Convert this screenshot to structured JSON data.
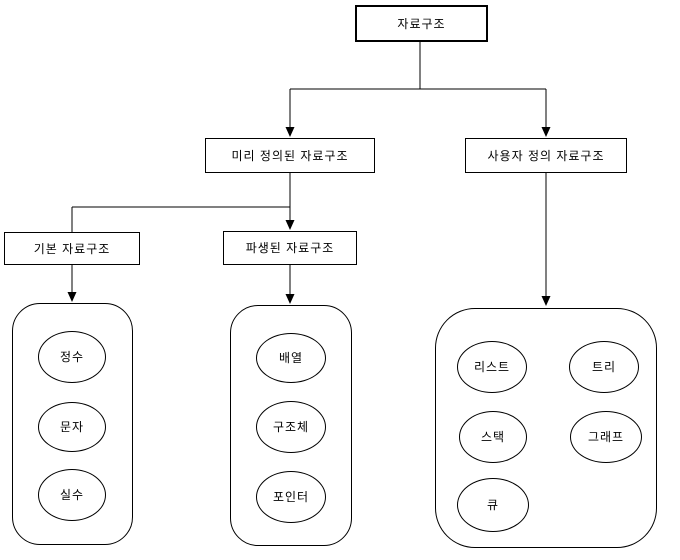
{
  "diagram": {
    "background": "#ffffff",
    "line_color": "#000000",
    "text_color": "#000000",
    "nodes": {
      "root": "자료구조",
      "predefined": "미리 정의된 자료구조",
      "user_defined": "사용자 정의 자료구조",
      "basic": "기본 자료구조",
      "derived": "파생된 자료구조"
    },
    "leaves": {
      "basic": [
        "정수",
        "문자",
        "실수"
      ],
      "derived": [
        "배열",
        "구조체",
        "포인터"
      ],
      "user_defined": [
        "리스트",
        "트리",
        "스택",
        "그래프",
        "큐"
      ]
    }
  }
}
